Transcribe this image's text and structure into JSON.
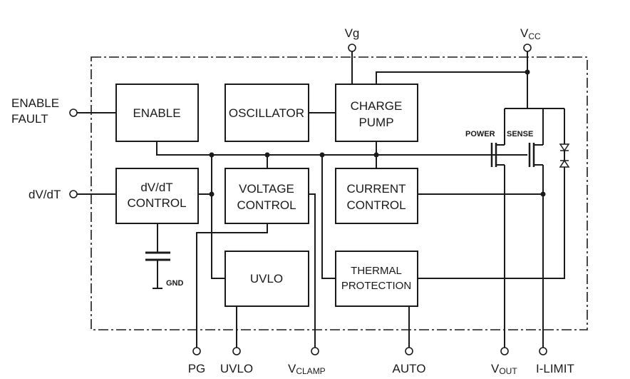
{
  "blocks": {
    "enable": "ENABLE",
    "oscillator": "OSCILLATOR",
    "charge_pump": [
      "CHARGE",
      "PUMP"
    ],
    "dvdt_control": [
      "dV/dT",
      "CONTROL"
    ],
    "voltage_control": [
      "VOLTAGE",
      "CONTROL"
    ],
    "current_control": [
      "CURRENT",
      "CONTROL"
    ],
    "uvlo": "UVLO",
    "thermal_protection": [
      "THERMAL",
      "PROTECTION"
    ]
  },
  "pins": {
    "enable_fault": [
      "ENABLE",
      "FAULT"
    ],
    "dvdt": "dV/dT",
    "vg": "Vg",
    "vcc_main": "V",
    "vcc_sub": "CC",
    "pg": "PG",
    "uvlo": "UVLO",
    "vclamp_main": "V",
    "vclamp_sub": "CLAMP",
    "auto": "AUTO",
    "vout_main": "V",
    "vout_sub": "OUT",
    "ilimit": "I-LIMIT"
  },
  "labels": {
    "power": "POWER",
    "sense": "SENSE",
    "gnd": "GND"
  }
}
